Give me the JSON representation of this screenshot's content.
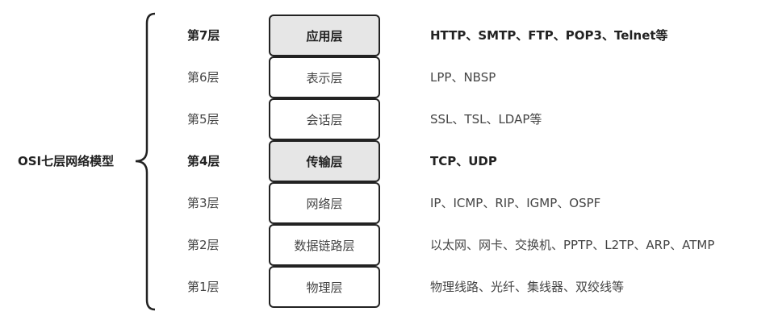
{
  "title": "OSI七层网络模型",
  "layers": [
    {
      "label": "第7层",
      "name": "应用层",
      "protocols": "HTTP、SMTP、FTP、POP3、Telnet等",
      "highlight": true
    },
    {
      "label": "第6层",
      "name": "表示层",
      "protocols": "LPP、NBSP",
      "highlight": false
    },
    {
      "label": "第5层",
      "name": "会话层",
      "protocols": "SSL、TSL、LDAP等",
      "highlight": false
    },
    {
      "label": "第4层",
      "name": "传输层",
      "protocols": "TCP、UDP",
      "highlight": true
    },
    {
      "label": "第3层",
      "name": "网络层",
      "protocols": "IP、ICMP、RIP、IGMP、OSPF",
      "highlight": false
    },
    {
      "label": "第2层",
      "name": "数据链路层",
      "protocols": "以太网、网卡、交换机、PPTP、L2TP、ARP、ATMP",
      "highlight": false
    },
    {
      "label": "第1层",
      "name": "物理层",
      "protocols": "物理线路、光纤、集线器、双绞线等",
      "highlight": false
    }
  ]
}
